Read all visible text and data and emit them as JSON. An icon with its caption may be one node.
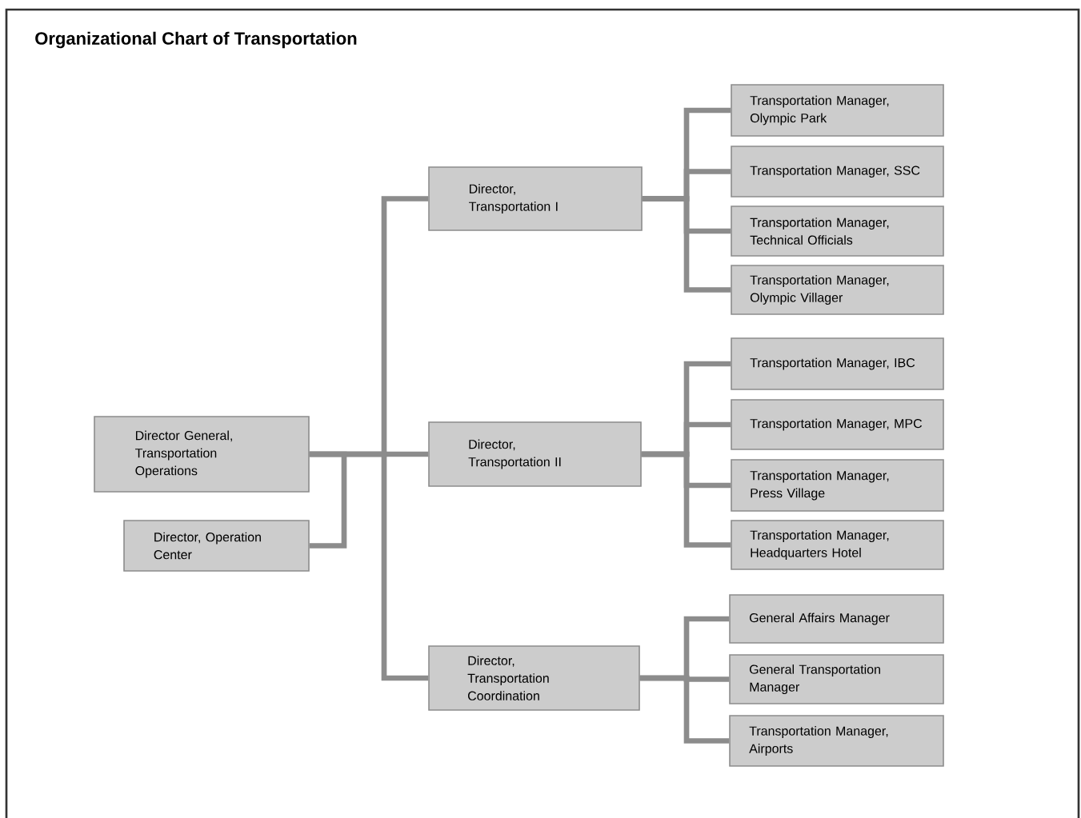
{
  "diagram": {
    "title": "Organizational Chart of Transportation",
    "nodes": [
      {
        "text": [
          "Director General, Transportation Operations"
        ]
      },
      {
        "text": [
          "Director, Operation Center"
        ]
      },
      {
        "text": [
          "Director, Transportation I"
        ]
      },
      {
        "text": [
          "Director, Transportation II"
        ]
      },
      {
        "text": [
          "Director, Transportation Coordination"
        ]
      },
      {
        "text": [
          "Transportation Manager, Olympic Park"
        ]
      },
      {
        "text": [
          "Transportation Manager, SSC"
        ]
      },
      {
        "text": [
          "Transportation Manager, Technical Officials"
        ]
      },
      {
        "text": [
          "Transportation Manager, Olympic Villager"
        ]
      },
      {
        "text": [
          "Transportation Manager, IBC"
        ]
      },
      {
        "text": [
          "Transportation Manager, MPC"
        ]
      },
      {
        "text": [
          "Transportation Manager, Press Village"
        ]
      },
      {
        "text": [
          "Transportation Manager, Headquarters Hotel"
        ]
      },
      {
        "text": [
          "General Affairs Manager"
        ]
      },
      {
        "text": [
          "General Transportation Manager"
        ]
      },
      {
        "text": [
          "Transportation Manager, Airports"
        ]
      }
    ],
    "edges": [
      {
        "from": 0,
        "to": 1,
        "arrow": "none"
      },
      {
        "from": 0,
        "to": 2,
        "arrow": "none"
      },
      {
        "from": 0,
        "to": 3,
        "arrow": "none"
      },
      {
        "from": 0,
        "to": 4,
        "arrow": "none"
      },
      {
        "from": 2,
        "to": 5,
        "arrow": "none"
      },
      {
        "from": 2,
        "to": 6,
        "arrow": "none"
      },
      {
        "from": 2,
        "to": 7,
        "arrow": "none"
      },
      {
        "from": 2,
        "to": 8,
        "arrow": "none"
      },
      {
        "from": 3,
        "to": 9,
        "arrow": "none"
      },
      {
        "from": 3,
        "to": 10,
        "arrow": "none"
      },
      {
        "from": 3,
        "to": 11,
        "arrow": "none"
      },
      {
        "from": 3,
        "to": 12,
        "arrow": "none"
      },
      {
        "from": 4,
        "to": 13,
        "arrow": "none"
      },
      {
        "from": 4,
        "to": 14,
        "arrow": "none"
      },
      {
        "from": 4,
        "to": 15,
        "arrow": "none"
      }
    ]
  }
}
